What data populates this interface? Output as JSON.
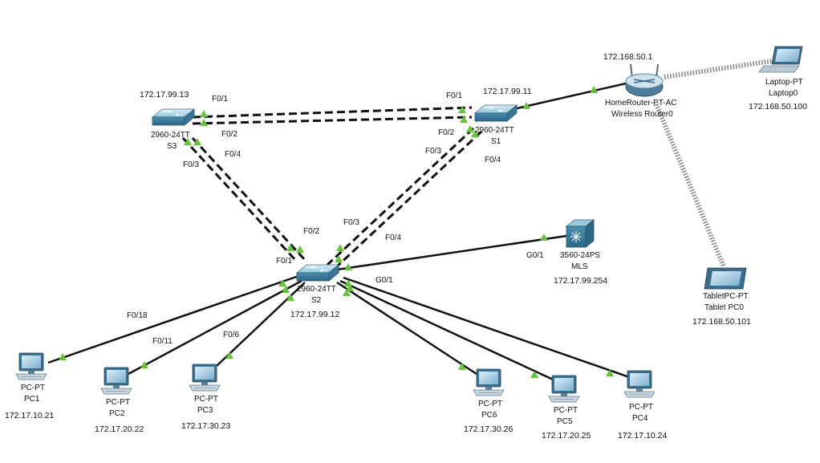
{
  "diagram": {
    "devices": {
      "s3": {
        "model": "2960-24TT",
        "name": "S3",
        "ip": "172.17.99.13"
      },
      "s1": {
        "model": "2960-24TT",
        "name": "S1",
        "ip": "172.17.99.11"
      },
      "s2": {
        "model": "2960-24TT",
        "name": "S2",
        "ip": "172.17.99.12"
      },
      "router": {
        "model": "HomeRouter-PT-AC",
        "name": "Wireless Router0",
        "ip": "172.168.50.1"
      },
      "laptop": {
        "model": "Laptop-PT",
        "name": "Laptop0",
        "ip": "172.168.50.100"
      },
      "tablet": {
        "model": "TabletPC-PT",
        "name": "Tablet PC0",
        "ip": "172.168.50.101"
      },
      "mls": {
        "model": "3560-24PS",
        "name": "MLS",
        "ip": "172.17.99.254"
      },
      "pc1": {
        "model": "PC-PT",
        "name": "PC1",
        "ip": "172.17.10.21"
      },
      "pc2": {
        "model": "PC-PT",
        "name": "PC2",
        "ip": "172.17.20.22"
      },
      "pc3": {
        "model": "PC-PT",
        "name": "PC3",
        "ip": "172.17.30.23"
      },
      "pc6": {
        "model": "PC-PT",
        "name": "PC6",
        "ip": "172.17.30.26"
      },
      "pc5": {
        "model": "PC-PT",
        "name": "PC5",
        "ip": "172.17.20.25"
      },
      "pc4": {
        "model": "PC-PT",
        "name": "PC4",
        "ip": "172.17.10.24"
      }
    },
    "ports": {
      "s3_f01": "F0/1",
      "s3_f02": "F0/2",
      "s3_f04": "F0/4",
      "s3_f03": "F0/3",
      "s1_f01": "F0/1",
      "s1_f02": "F0/2",
      "s1_f03": "F0/3",
      "s1_f04": "F0/4",
      "s2_f01": "F0/1",
      "s2_f02": "F0/2",
      "s2_f03": "F0/3",
      "s2_f04": "F0/4",
      "s2_g01": "G0/1",
      "mls_g01": "G0/1",
      "s2_f018": "F0/18",
      "s2_f011": "F0/11",
      "s2_f06": "F0/6"
    },
    "colors": {
      "link": "#111111",
      "link_up": "#6abf40",
      "switch_body": "#4a90b0",
      "wireless": "#888888"
    }
  }
}
